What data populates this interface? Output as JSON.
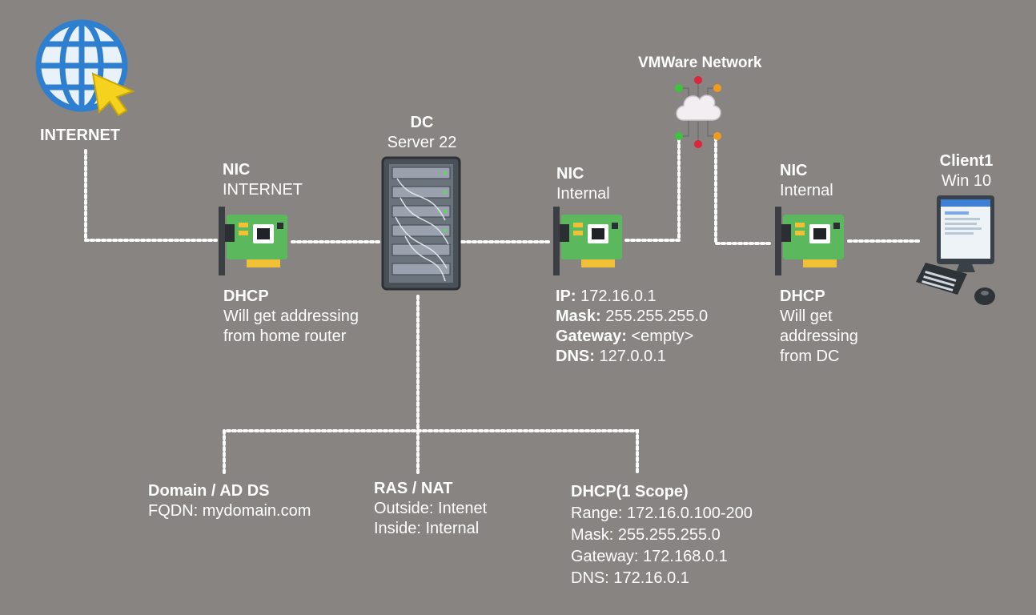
{
  "internet": {
    "title": "INTERNET"
  },
  "nic_internet": {
    "title": "NIC",
    "subtitle": "INTERNET",
    "mode": "DHCP",
    "note": [
      "Will get addressing",
      "from home router"
    ]
  },
  "dc": {
    "title": "DC",
    "subtitle": "Server 22"
  },
  "nic_dc_internal": {
    "title": "NIC",
    "subtitle": "Internal",
    "ip_label": "IP:",
    "ip_value": " 172.16.0.1",
    "mask_label": "Mask:",
    "mask_value": " 255.255.255.0",
    "gateway_label": "Gateway:",
    "gateway_value": " <empty>",
    "dns_label": "DNS:",
    "dns_value": " 127.0.0.1"
  },
  "vmware": {
    "title": "VMWare Network"
  },
  "nic_client": {
    "title": "NIC",
    "subtitle": "Internal",
    "mode": "DHCP",
    "note": [
      "Will get",
      "addressing",
      "from DC"
    ]
  },
  "client": {
    "title": "Client1",
    "subtitle": "Win 10"
  },
  "roles": {
    "adds": {
      "title": "Domain / AD DS",
      "lines": [
        "FQDN: mydomain.com"
      ]
    },
    "ras": {
      "title": "RAS / NAT",
      "lines": [
        "Outside: Intenet",
        "Inside: Internal"
      ]
    },
    "dhcp": {
      "title": "DHCP(1 Scope)",
      "lines": [
        "Range: 172.16.0.100-200",
        "Mask: 255.255.255.0",
        "Gateway: 172.168.0.1",
        "DNS: 172.16.0.1"
      ]
    }
  },
  "colors": {
    "background": "#878482",
    "text": "#ffffff",
    "connector": "#ffffff",
    "globe": "#2f7fd0",
    "cursor": "#f5d21e",
    "nic_board": "#5cb85c",
    "server": "#4a5058"
  },
  "icons": {
    "internet": "globe-cursor-icon",
    "nic": "network-card-icon",
    "server": "server-rack-icon",
    "vmware": "cloud-network-icon",
    "client": "desktop-computer-icon"
  }
}
